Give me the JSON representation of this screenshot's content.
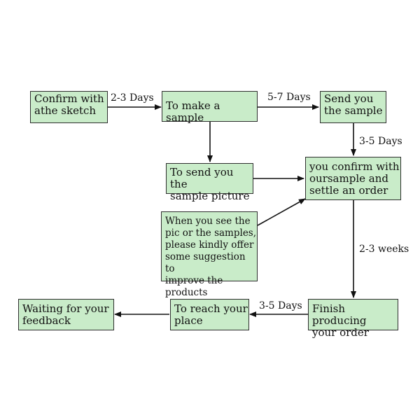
{
  "nodes": {
    "confirm_sketch": "Confirm with\nathe sketch",
    "make_sample": "To make a sample",
    "send_sample": "Send you\nthe sample",
    "send_picture": "To send you the\nsample picture",
    "confirm_order": "you confirm with\noursample and\nsettle an order",
    "suggestion": "When you see the\npic or the samples,\nplease kindly offer\nsome suggestion to\nimprove the products",
    "finish_order": "Finish producing\nyour order",
    "reach_place": "To reach your\nplace",
    "waiting": "Waiting for your\nfeedback"
  },
  "edge_labels": {
    "sketch_to_sample": "2-3 Days",
    "sample_to_send": "5-7 Days",
    "send_to_confirm": "3-5 Days",
    "confirm_to_finish": "2-3 weeks",
    "finish_to_reach": "3-5 Days"
  }
}
